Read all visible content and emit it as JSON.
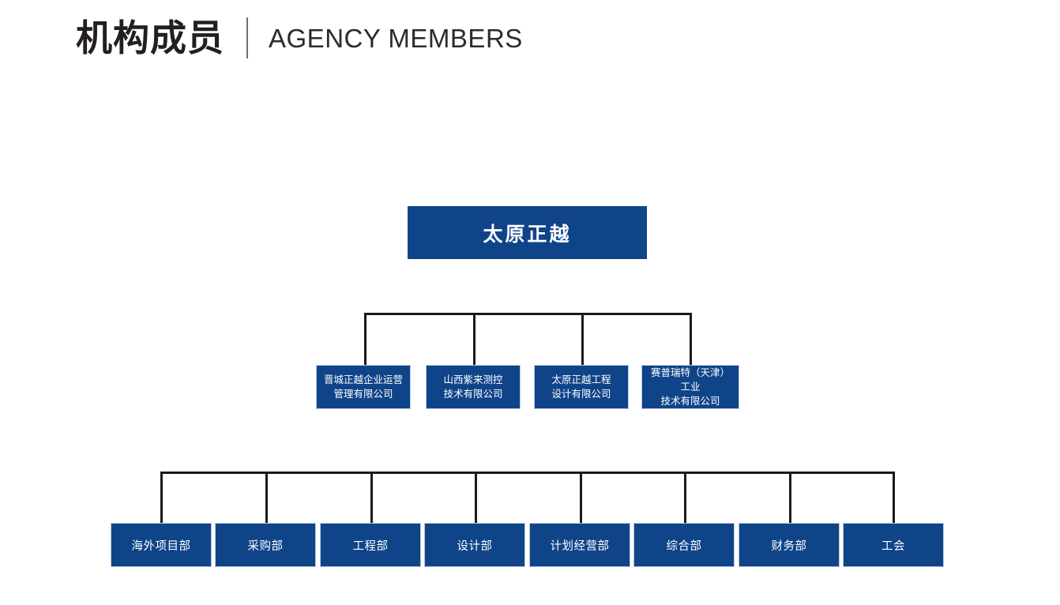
{
  "header": {
    "title_cn": "机构成员",
    "title_en": "AGENCY MEMBERS",
    "divider": "|"
  },
  "theme": {
    "box_fill": "#0f4489",
    "box_border": "#b9cbe0",
    "text_on_box": "#ffffff",
    "connector": "#1a1a1a",
    "title_color": "#231f20",
    "background": "#ffffff"
  },
  "org_chart": {
    "root": {
      "label": "太原正越"
    },
    "level2": [
      {
        "label": "晋城正越企业运营管理有限公司",
        "line1": "晋城正越企业运营",
        "line2": "管理有限公司"
      },
      {
        "label": "山西紫来测控技术有限公司",
        "line1": "山西紫来测控",
        "line2": "技术有限公司"
      },
      {
        "label": "太原正越工程设计有限公司",
        "line1": "太原正越工程",
        "line2": "设计有限公司"
      },
      {
        "label": "赛普瑞特（天津）工业技术有限公司",
        "line1": "赛普瑞特（天津）工业",
        "line2": "技术有限公司"
      }
    ],
    "level3": [
      {
        "label": "海外项目部"
      },
      {
        "label": "采购部"
      },
      {
        "label": "工程部"
      },
      {
        "label": "设计部"
      },
      {
        "label": "计划经营部"
      },
      {
        "label": "综合部"
      },
      {
        "label": "财务部"
      },
      {
        "label": "工会"
      }
    ]
  }
}
